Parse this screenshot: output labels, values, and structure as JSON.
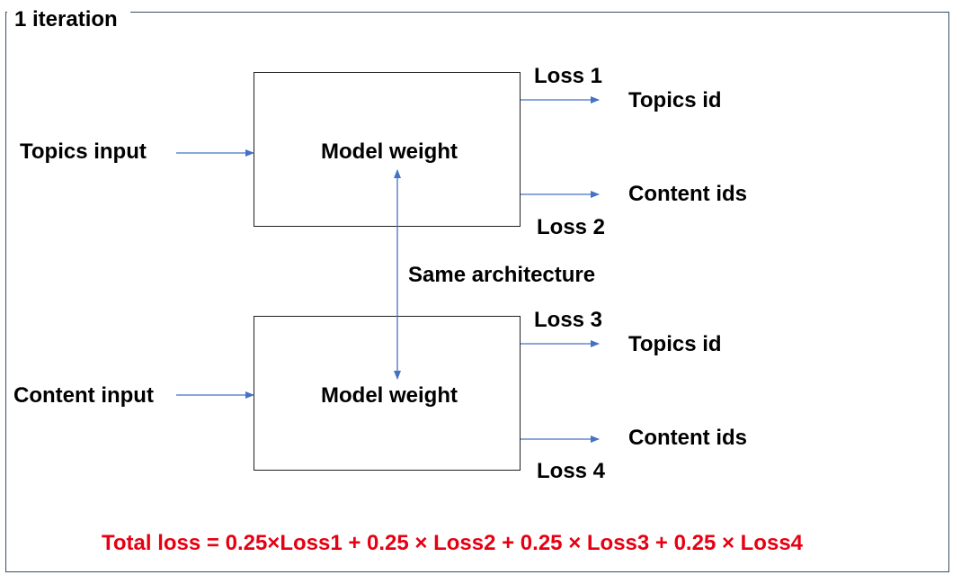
{
  "frame": {
    "title": "1 iteration"
  },
  "top_block": {
    "input_label": "Topics input",
    "model_label": "Model weight",
    "loss_a": "Loss 1",
    "output_a": "Topics id",
    "loss_b": "Loss 2",
    "output_b": "Content ids"
  },
  "link_label": "Same architecture",
  "bottom_block": {
    "input_label": "Content input",
    "model_label": "Model weight",
    "loss_a": "Loss 3",
    "output_a": "Topics id",
    "loss_b": "Loss 4",
    "output_b": "Content ids"
  },
  "total_loss": "Total loss = 0.25×Loss1 + 0.25 × Loss2 + 0.25 × Loss3 + 0.25 × Loss4",
  "colors": {
    "arrow": "#4472c4",
    "total_loss": "#e60012",
    "frame_border": "#3b4e66"
  }
}
